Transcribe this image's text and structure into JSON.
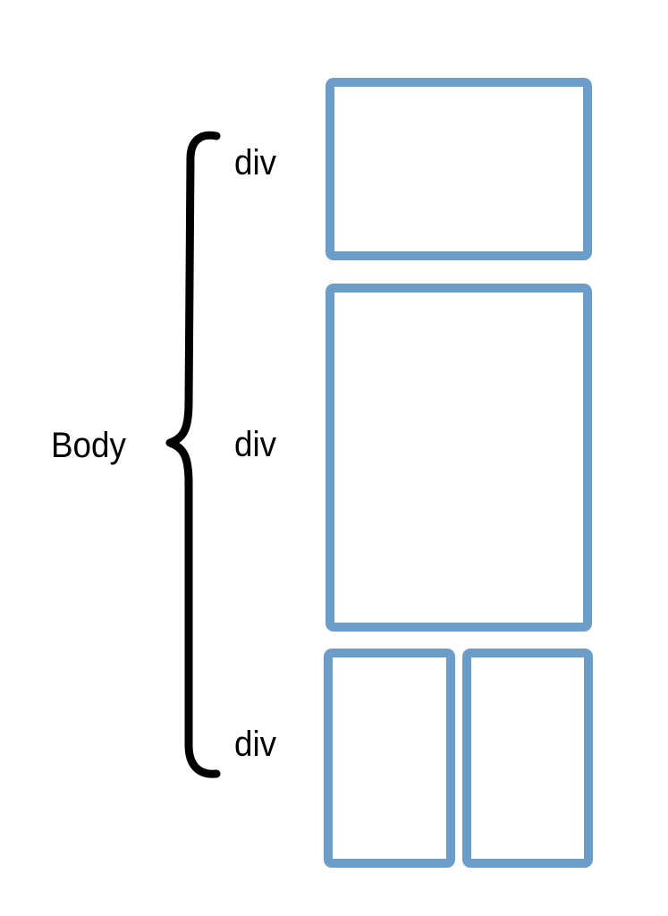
{
  "diagram": {
    "parent_label": "Body",
    "children": [
      {
        "label": "div"
      },
      {
        "label": "div"
      },
      {
        "label": "div"
      }
    ],
    "colors": {
      "box_border": "#6b9dc8",
      "text": "#000000",
      "brace": "#000000",
      "background": "#ffffff"
    },
    "icons": {
      "brace": "left-curly-brace"
    }
  }
}
